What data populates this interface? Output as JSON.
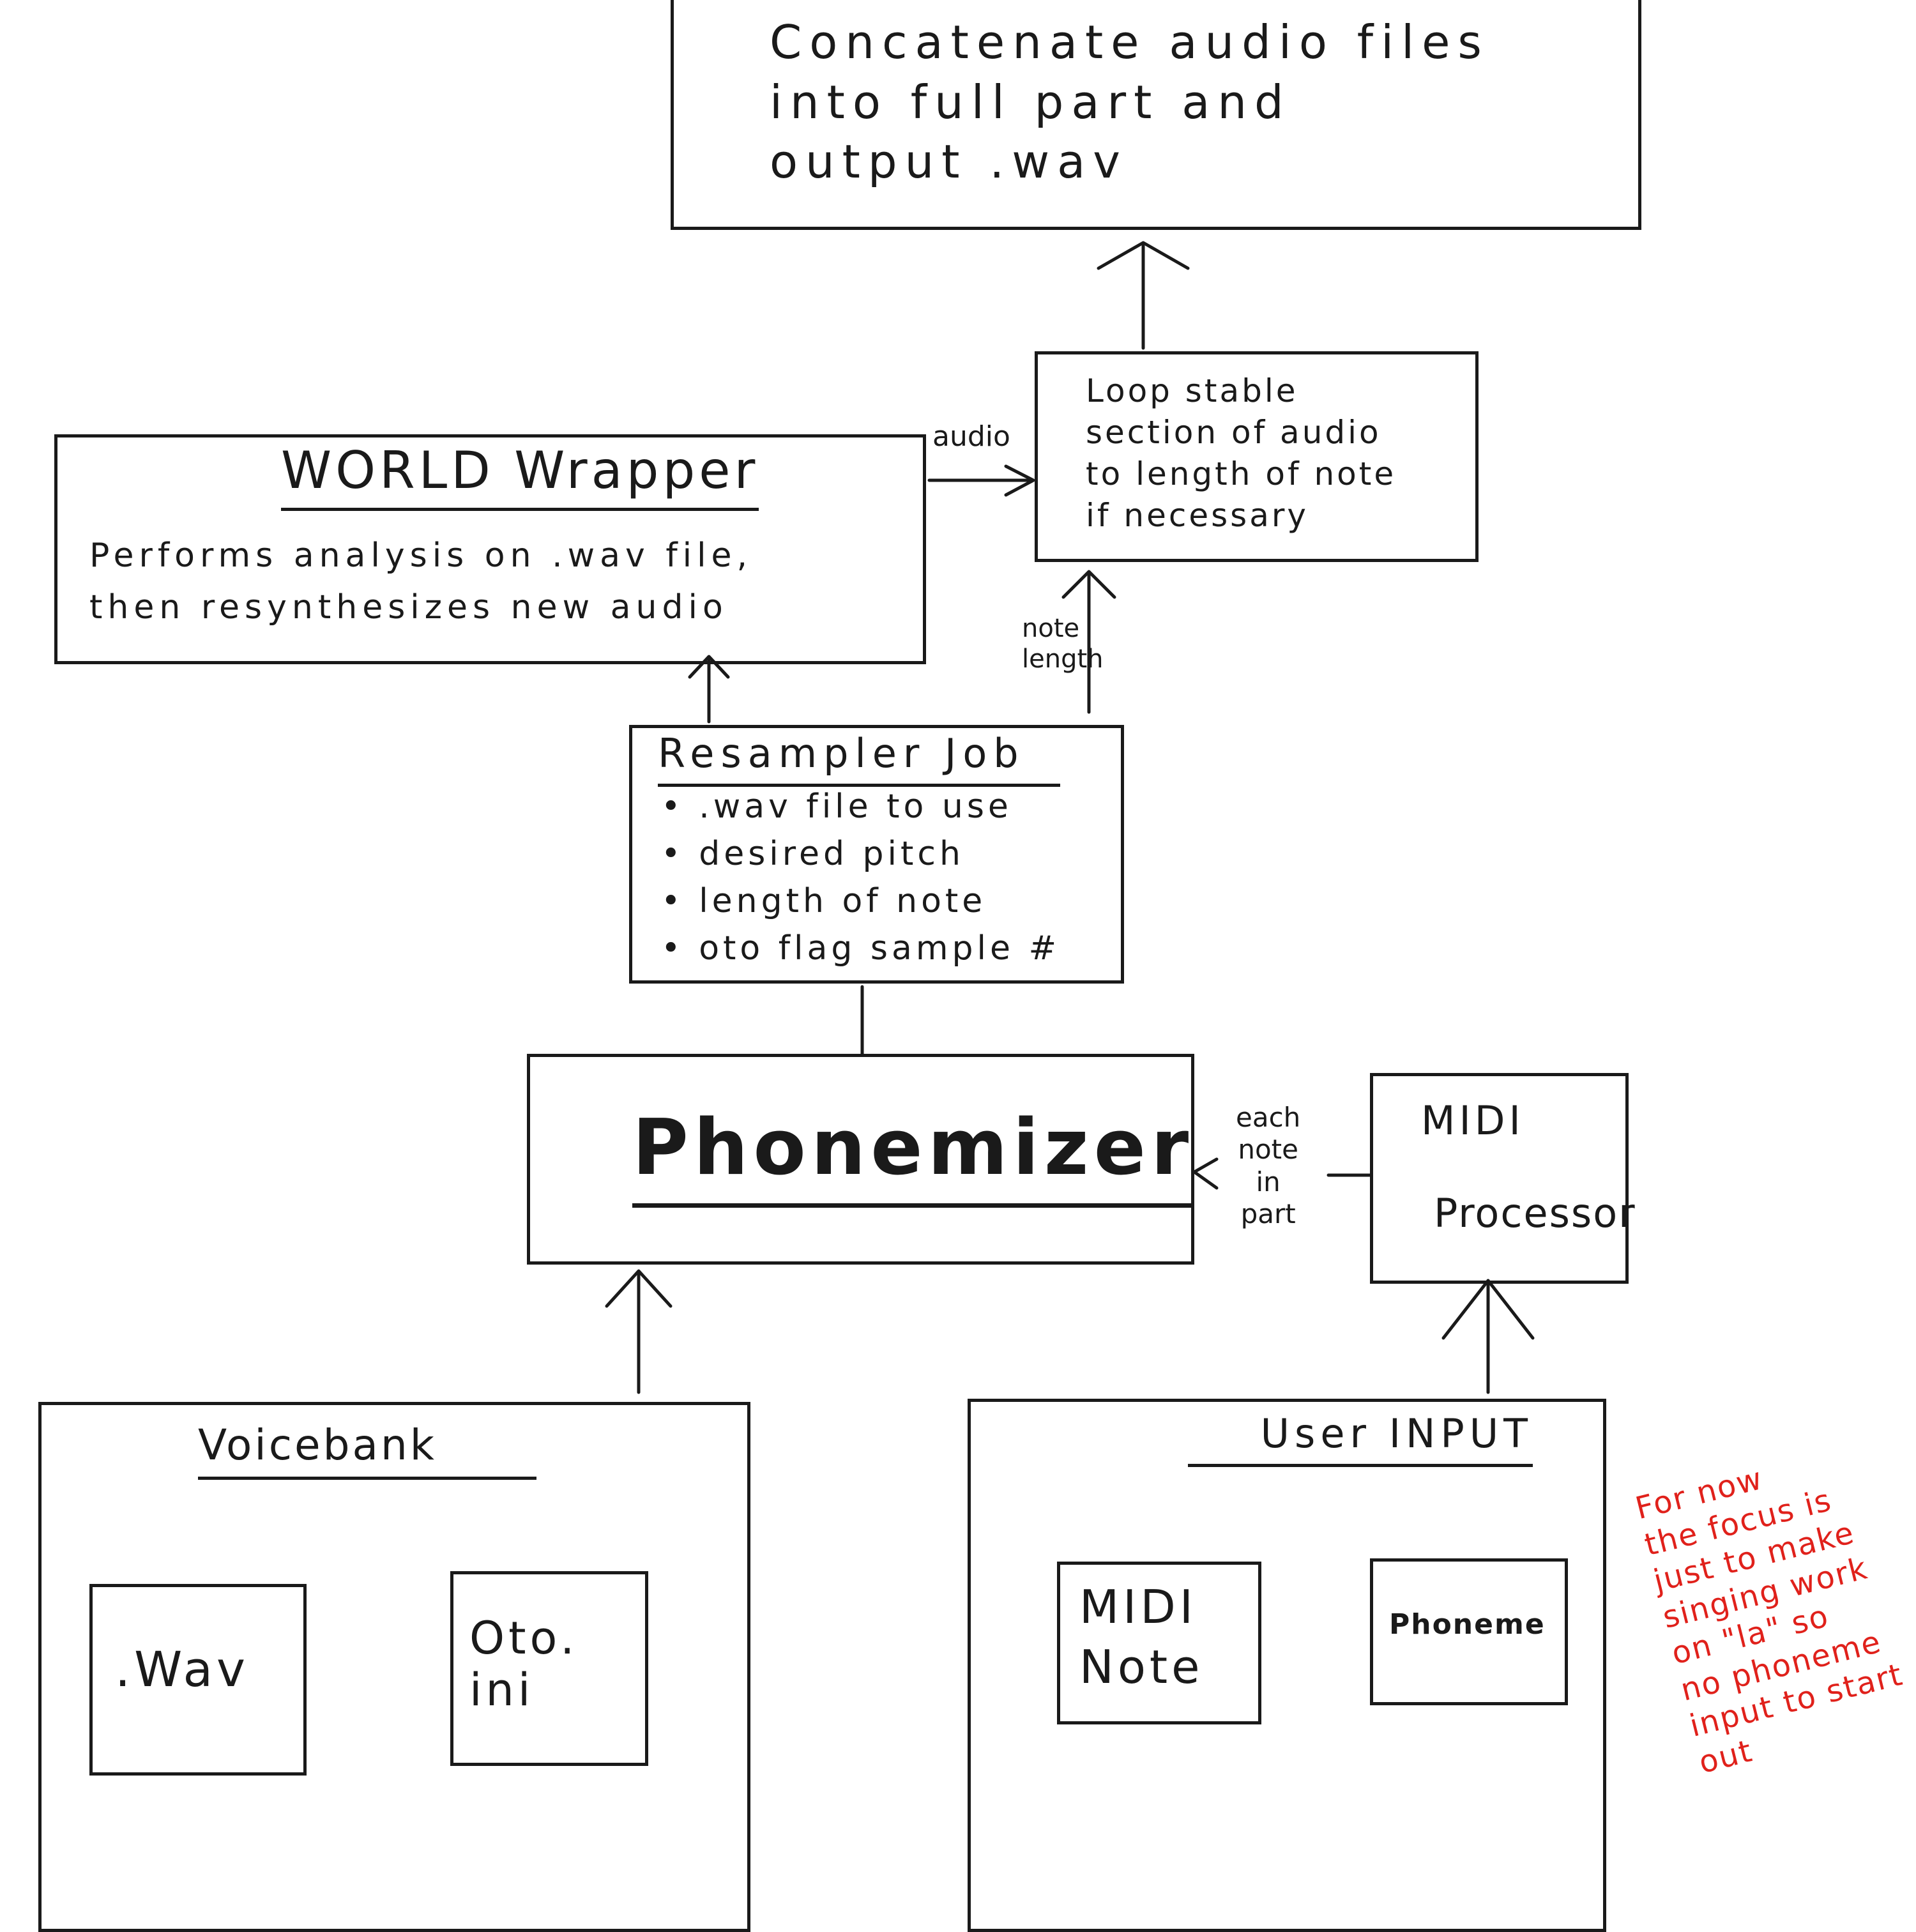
{
  "colors": {
    "ink": "#1a1a1a",
    "note": "#e0211b"
  },
  "concatenate": {
    "text": "Concatenate audio files\ninto full part and\noutput .wav"
  },
  "loop": {
    "text": "Loop stable\nsection of audio\nto length of note\nif necessary"
  },
  "world": {
    "title": "WORLD Wrapper",
    "body": "Performs analysis on .wav file,\nthen resynthesizes new audio"
  },
  "resampler": {
    "title": "Resampler Job",
    "items": [
      "• .wav file to use",
      "• desired pitch",
      "• length of note",
      "• oto flag sample #"
    ]
  },
  "phonemizer": {
    "title": "Phonemizer"
  },
  "midi_processor": {
    "line1": "MIDI",
    "line2": "Processor"
  },
  "voicebank": {
    "title": "Voicebank",
    "wav": ".Wav",
    "oto": "Oto.\nini"
  },
  "user_input": {
    "title": "User INPUT",
    "midi_note": "MIDI\nNote",
    "phoneme": "Phoneme"
  },
  "edge_labels": {
    "audio": "audio",
    "note_length": "note\nlength",
    "each_note": "each\nnote\nin\npart"
  },
  "note": {
    "text": "For now\nthe focus is\njust to make\nsinging work\non \"la\" so\nno phoneme\ninput to start\nout"
  }
}
